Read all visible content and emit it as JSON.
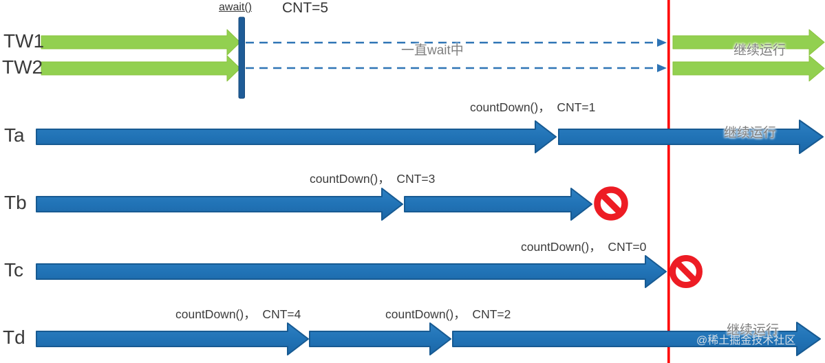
{
  "title": {
    "await_label": "await()",
    "cnt_label": "CNT=5"
  },
  "waiting_threads": {
    "tw1": {
      "label": "TW1"
    },
    "tw2": {
      "label": "TW2"
    },
    "wait_text": "一直wait中",
    "continue_text": "继续运行"
  },
  "worker_threads": {
    "ta": {
      "label": "Ta",
      "countdown_text": "countDown()，  CNT=1",
      "continue_text": "继续运行"
    },
    "tb": {
      "label": "Tb",
      "countdown_text": "countDown()，  CNT=3"
    },
    "tc": {
      "label": "Tc",
      "countdown_text": "countDown()，  CNT=0"
    },
    "td": {
      "label": "Td",
      "countdown_text_1": "countDown()，  CNT=4",
      "countdown_text_2": "countDown()，  CNT=2",
      "continue_text": "继续运行"
    }
  },
  "watermark": "@稀土掘金技术社区",
  "icons": {
    "prohibition_tb": "prohibition-icon",
    "prohibition_tc": "prohibition-icon",
    "barrier": "barrier-bar",
    "deadline": "red-deadline-line"
  },
  "colors": {
    "green_arrow": "#92d050",
    "blue_arrow": "#2173b6",
    "blue_arrow_border": "#175a92",
    "barrier_bar": "#1f5c97",
    "dashed_line": "#2e74b5",
    "red_line": "#ff0000",
    "prohibition_red": "#ed1c24",
    "label_text": "#3a3a3a",
    "gray_text": "#7f7f7f"
  }
}
